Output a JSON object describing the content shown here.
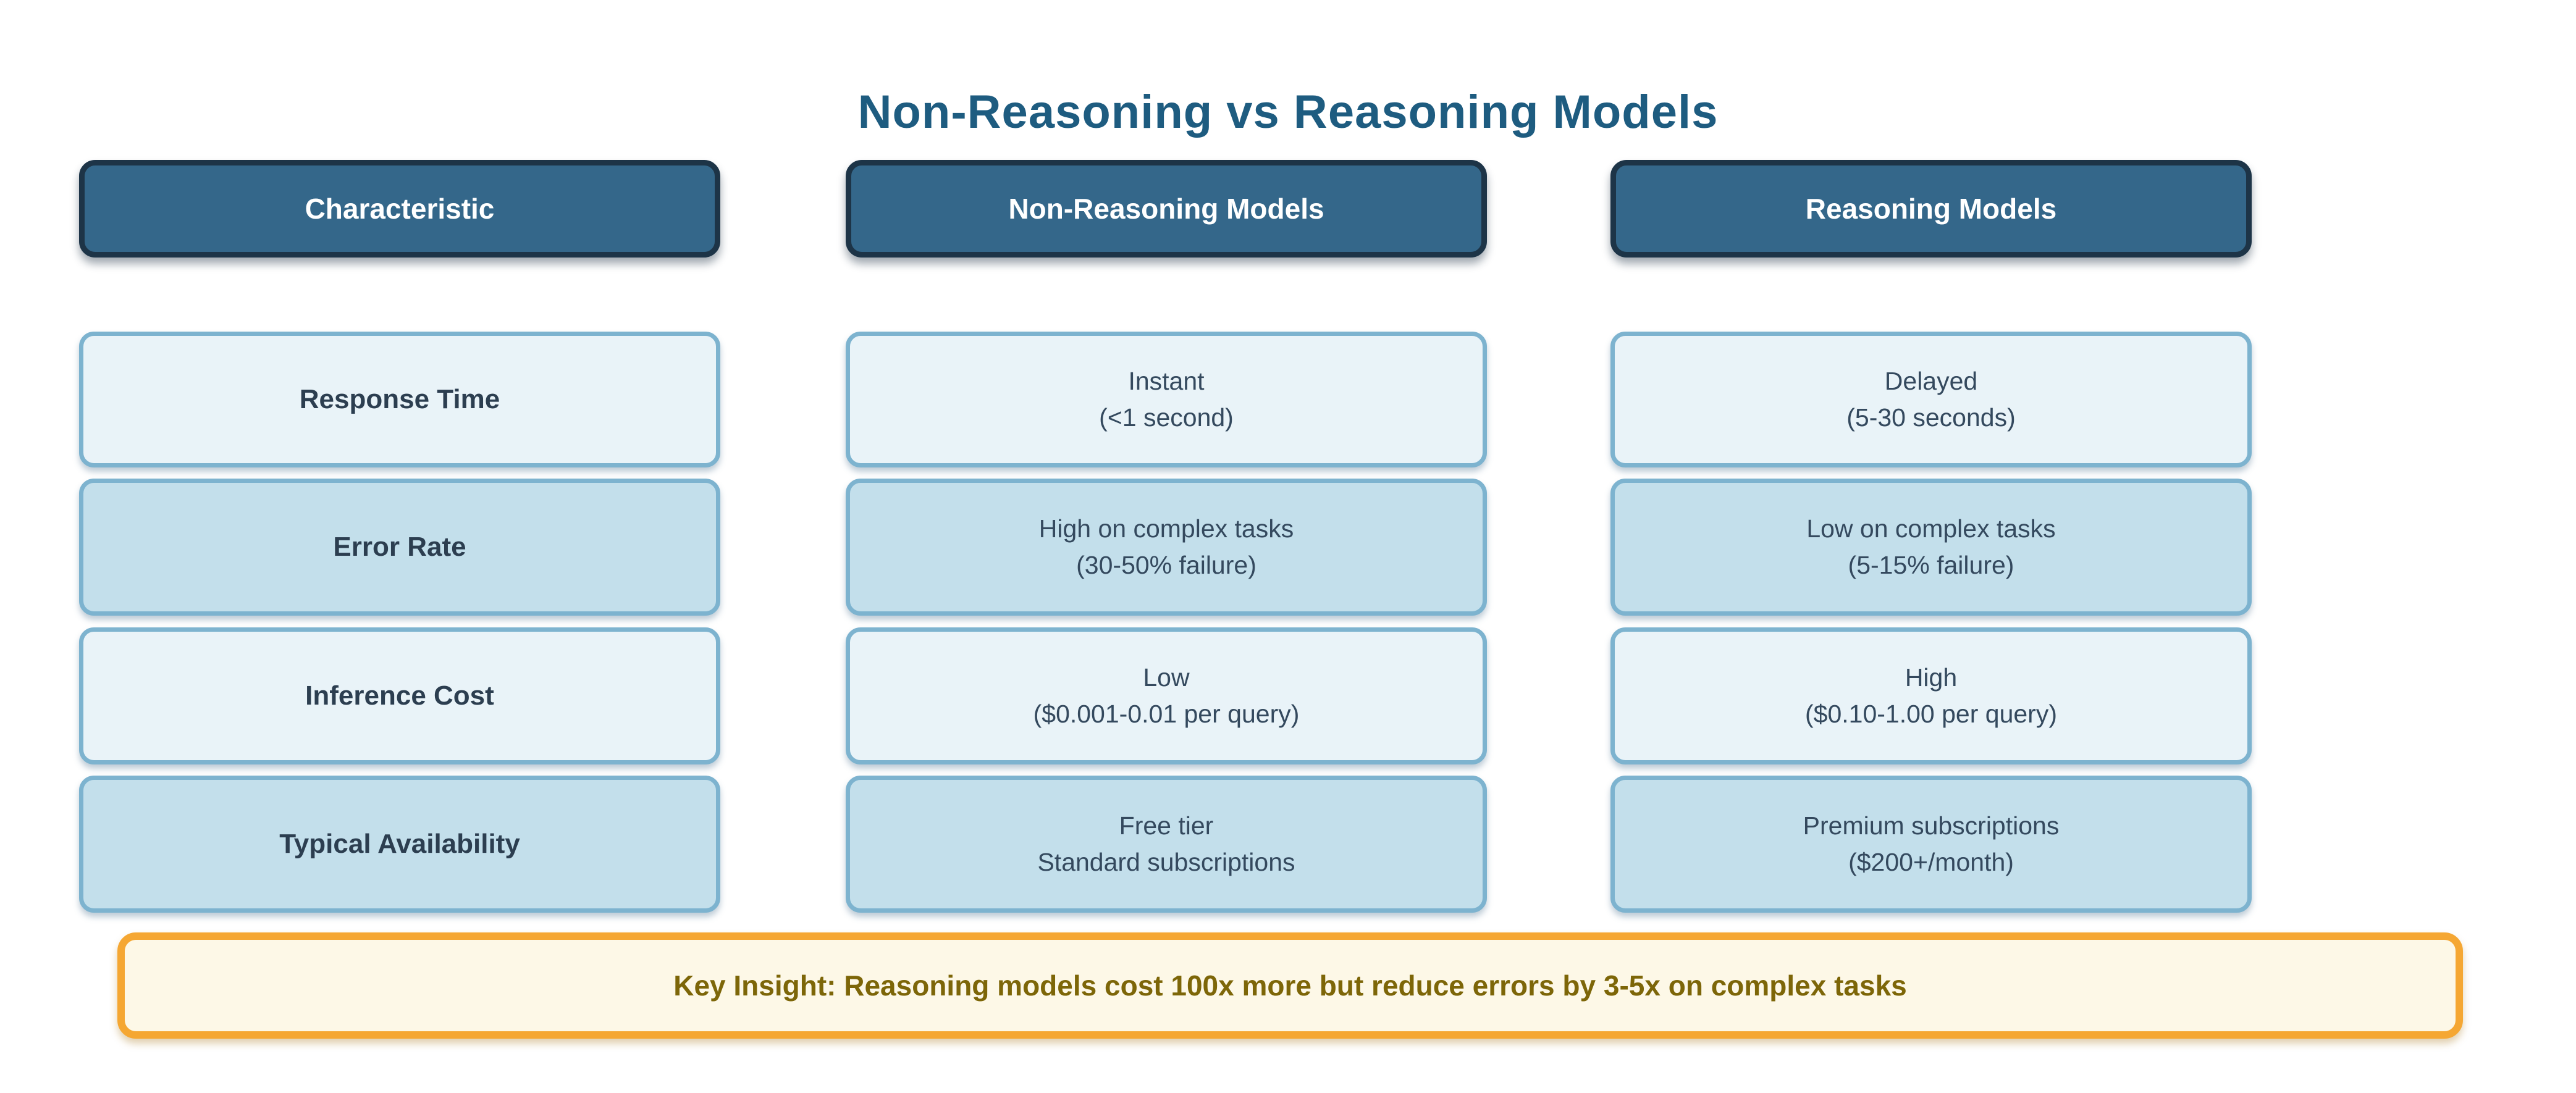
{
  "title": "Non-Reasoning vs Reasoning Models",
  "table": {
    "columns": [
      "Characteristic",
      "Non-Reasoning Models",
      "Reasoning Models"
    ],
    "rows": [
      {
        "label": "Response Time",
        "cells": [
          {
            "line1": "Instant",
            "line2": "(<1 second)"
          },
          {
            "line1": "Delayed",
            "line2": "(5-30 seconds)"
          }
        ]
      },
      {
        "label": "Error Rate",
        "cells": [
          {
            "line1": "High on complex tasks",
            "line2": "(30-50% failure)"
          },
          {
            "line1": "Low on complex tasks",
            "line2": "(5-15% failure)"
          }
        ]
      },
      {
        "label": "Inference Cost",
        "cells": [
          {
            "line1": "Low",
            "line2": "($0.001-0.01 per query)"
          },
          {
            "line1": "High",
            "line2": "($0.10-1.00 per query)"
          }
        ]
      },
      {
        "label": "Typical Availability",
        "cells": [
          {
            "line1": "Free tier",
            "line2": "Standard subscriptions"
          },
          {
            "line1": "Premium subscriptions",
            "line2": "($200+/month)"
          }
        ]
      }
    ]
  },
  "key_insight": {
    "text": "Key Insight: Reasoning models cost 100x more but reduce errors by 3-5x on complex tasks"
  },
  "chart_data": {
    "type": "table",
    "title": "Non-Reasoning vs Reasoning Models",
    "columns": [
      "Characteristic",
      "Non-Reasoning Models",
      "Reasoning Models"
    ],
    "rows": [
      [
        "Response Time",
        "Instant (<1 second)",
        "Delayed (5-30 seconds)"
      ],
      [
        "Error Rate",
        "High on complex tasks (30-50% failure)",
        "Low on complex tasks (5-15% failure)"
      ],
      [
        "Inference Cost",
        "Low ($0.001-0.01 per query)",
        "High ($0.10-1.00 per query)"
      ],
      [
        "Typical Availability",
        "Free tier / Standard subscriptions",
        "Premium subscriptions ($200+/month)"
      ]
    ],
    "annotation": "Key Insight: Reasoning models cost 100x more but reduce errors by 3-5x on complex tasks"
  },
  "colors": {
    "title_text": "#1e5c80",
    "header_fill": "#34678a",
    "header_border": "#1d3447",
    "header_text": "#ffffff",
    "row_fill_light": "#e9f3f8",
    "row_fill_dark": "#c3dfeb",
    "row_border": "#7db3cf",
    "label_text": "#2c3e50",
    "value_text": "#34495e",
    "insight_fill": "#fdf8e7",
    "insight_border": "#f5a733",
    "insight_text": "#7d6608"
  }
}
